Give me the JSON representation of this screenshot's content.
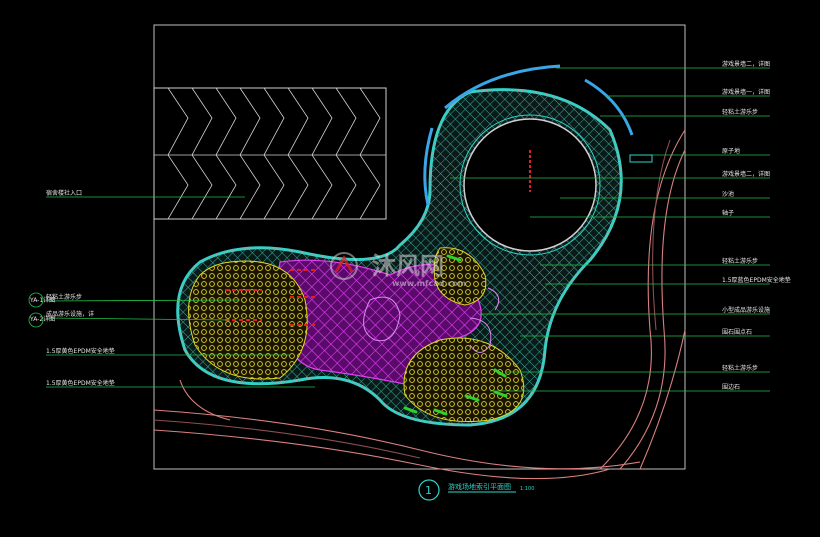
{
  "drawing": {
    "title": "游戏场地索引平面图",
    "scale": "1:100",
    "number": "1"
  },
  "watermark": {
    "text": "沐风网",
    "url": "www.mfcad.com"
  },
  "callouts_right": [
    "游戏景墙二，详图",
    "游戏景墙一，详图",
    "轻粘土游乐步",
    "原子地",
    "游戏景墙二，详图",
    "沙池",
    "轴子",
    "轻粘土游乐步",
    "1.5厚蓝色EPDM安全地垫",
    "小型成品游乐设施",
    "围石围点石",
    "轻粘土游乐步",
    "围边石"
  ],
  "callouts_left": [
    "宿舍楼社入口",
    "轻粘土游乐步",
    "YA-1详图",
    "成品游乐设施，详",
    "YA-2详图",
    "1.5厚黄色EPDM安全地垫",
    "1.5厚黄色EPDM安全地垫"
  ],
  "colors": {
    "background": "#000000",
    "frame": "#bfbfbf",
    "leader": "#22c24a",
    "cyan": "#2fd3c8",
    "magenta": "#c21ad6",
    "yellow": "#e0d82a",
    "red": "#e02020",
    "green": "#2fd02f",
    "pink_road": "#d98080",
    "blue_wall": "#3aa6e8"
  }
}
